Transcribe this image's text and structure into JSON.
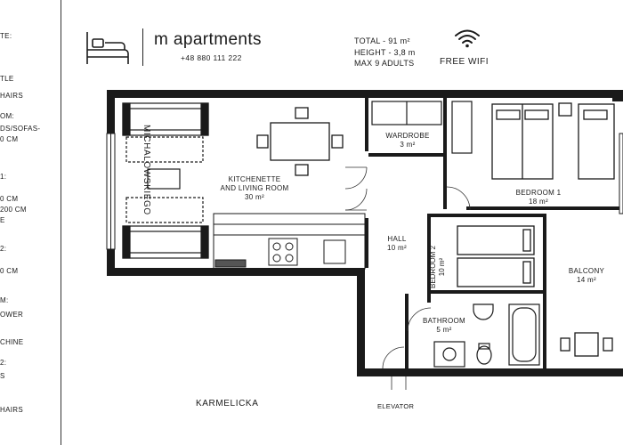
{
  "sidebar": {
    "items": [
      "TE:",
      "",
      "TLE",
      "HAIRS",
      "OM:",
      "DS/SOFAS-",
      "0 CM",
      "1:",
      "0 CM",
      "200 CM",
      "E",
      "2:",
      "0 CM",
      "M:",
      "OWER",
      "CHINE",
      "2:",
      "S",
      "HAIRS"
    ]
  },
  "header": {
    "brand": "m apartments",
    "phone": "+48 880 111 222",
    "logo_icon": "bed-icon",
    "stats": [
      "TOTAL - 91 m²",
      "HEIGHT - 3,8 m",
      "MAX 9 ADULTS"
    ],
    "wifi_icon": "wifi-icon",
    "wifi_label": "FREE WIFI"
  },
  "rooms": {
    "kitchenette_line1": "KITCHENETTE",
    "kitchenette_line2": "AND LIVING ROOM",
    "kitchenette_area": "30 m²",
    "wardrobe": "WARDROBE",
    "wardrobe_area": "3 m²",
    "bedroom1": "BEDROOM 1",
    "bedroom1_area": "18 m²",
    "hall": "HALL",
    "hall_area": "10 m²",
    "bedroom2": "BEDROOM 2",
    "bedroom2_area": "10 m²",
    "balcony": "BALCONY",
    "balcony_area": "14 m²",
    "bathroom": "BATHROOM",
    "bathroom_area": "5 m²"
  },
  "streets": {
    "left": "MICHALOWSKIEGO",
    "bottom": "KARMELICKA",
    "elevator": "ELEVATOR"
  },
  "colors": {
    "wall": "#1a1a1a",
    "line": "#333333",
    "background": "#ffffff"
  }
}
